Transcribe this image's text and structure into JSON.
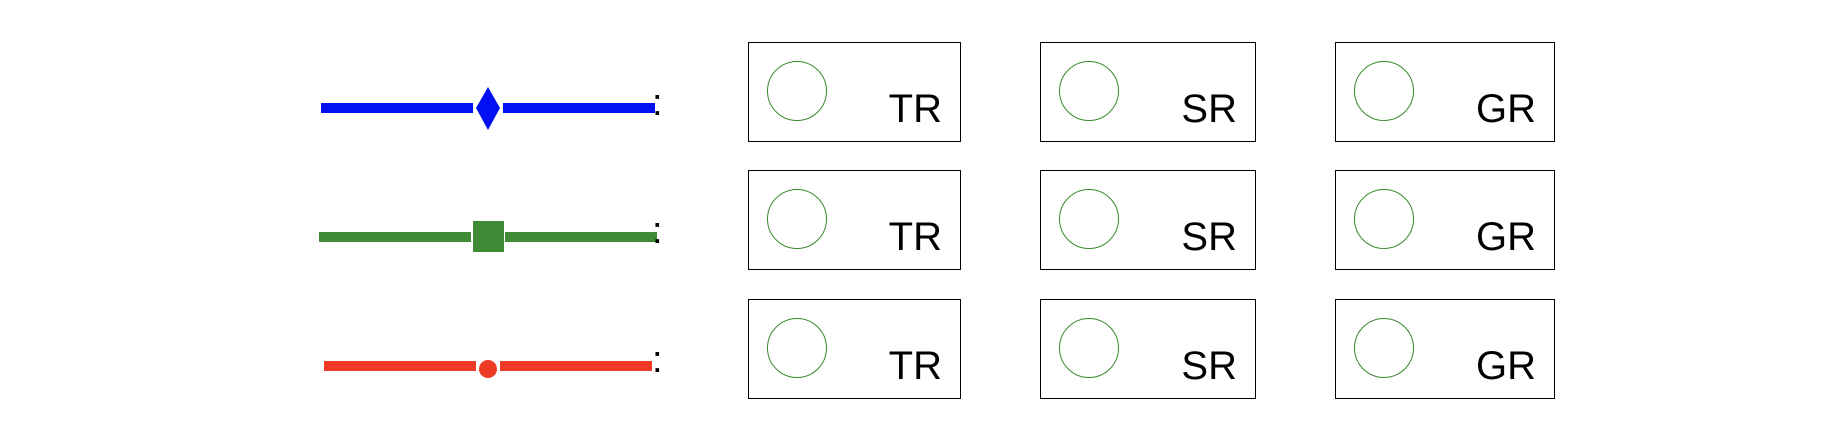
{
  "colors": {
    "row_1_line": "#0010f0",
    "row_2_line": "#3f8a34",
    "row_3_line": "#ef3a28",
    "circle_stroke": "#3a8a2e"
  },
  "rows": [
    {
      "marker": "diamond",
      "color": "#0010f0",
      "separator": ":",
      "boxes": [
        {
          "label": "TR"
        },
        {
          "label": "SR"
        },
        {
          "label": "GR"
        }
      ]
    },
    {
      "marker": "square",
      "color": "#3f8a34",
      "separator": ":",
      "boxes": [
        {
          "label": "TR"
        },
        {
          "label": "SR"
        },
        {
          "label": "GR"
        }
      ]
    },
    {
      "marker": "circle",
      "color": "#ef3a28",
      "separator": ":",
      "boxes": [
        {
          "label": "TR"
        },
        {
          "label": "SR"
        },
        {
          "label": "GR"
        }
      ]
    }
  ]
}
